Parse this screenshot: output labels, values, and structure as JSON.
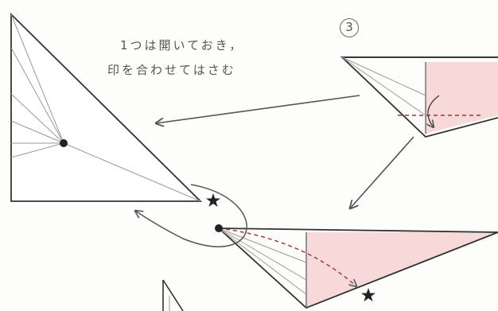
{
  "step_number": "3",
  "instruction_lines": [
    "1つは開いておき，",
    "印を合わせてはさむ"
  ],
  "colors": {
    "line": "#333333",
    "crease": "#9a9a9a",
    "paper_fill": "#f7d9da",
    "dash": "#a0322f",
    "arrow": "#555555",
    "mark": "#222222"
  },
  "marks": [
    "dot",
    "star"
  ]
}
